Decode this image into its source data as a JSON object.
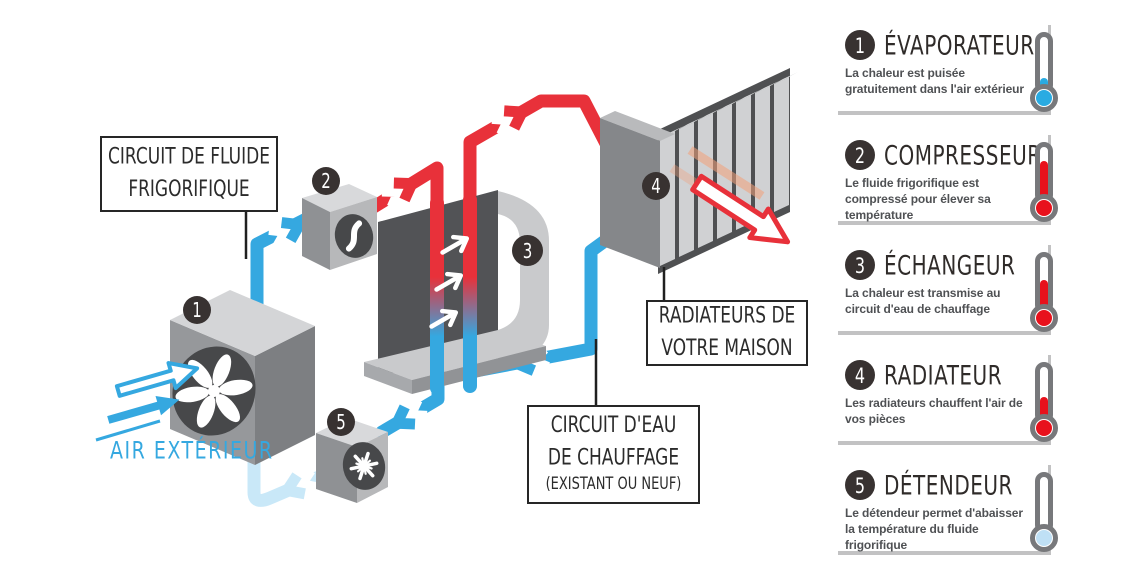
{
  "diagram": {
    "boxes": {
      "fluid_circuit": {
        "line1": "CIRCUIT DE FLUIDE",
        "line2": "FRIGORIFIQUE"
      },
      "radiators": {
        "line1": "RADIATEURS DE",
        "line2": "VOTRE MAISON"
      },
      "water_circuit": {
        "line1": "CIRCUIT D'EAU",
        "line2": "DE CHAUFFAGE",
        "line3": "(EXISTANT OU NEUF)"
      }
    },
    "air_label": "AIR EXTÉRIEUR",
    "badges": {
      "evaporator": "1",
      "compressor": "2",
      "exchanger": "3",
      "radiator": "4",
      "expansion_valve": "5"
    }
  },
  "legend": {
    "items": [
      {
        "number": "1",
        "title": "ÉVAPORATEUR",
        "description": "La chaleur est puisée gratuitement dans l'air extérieur",
        "thermometer": {
          "color": "#29abe2",
          "level": 38
        }
      },
      {
        "number": "2",
        "title": "COMPRESSEUR",
        "description": "Le fluide frigorifique est compressé pour élever sa température",
        "thermometer": {
          "color": "#e8111c",
          "level": 90
        }
      },
      {
        "number": "3",
        "title": "ÉCHANGEUR",
        "description": "La chaleur est transmise au circuit d'eau de chauffage",
        "thermometer": {
          "color": "#e8111c",
          "level": 74
        }
      },
      {
        "number": "4",
        "title": "RADIATEUR",
        "description": "Les radiateurs chauffent l'air de vos pièces",
        "thermometer": {
          "color": "#e8111c",
          "level": 60
        }
      },
      {
        "number": "5",
        "title": "DÉTENDEUR",
        "description": "Le détendeur permet d'abaisser la température du fluide frigorifique",
        "thermometer": {
          "color": "#bfe0f5",
          "level": 0
        }
      }
    ]
  },
  "colors": {
    "hot": "#e8313a",
    "cold": "#35a8e0",
    "cold_pale": "#c9e8f8"
  }
}
